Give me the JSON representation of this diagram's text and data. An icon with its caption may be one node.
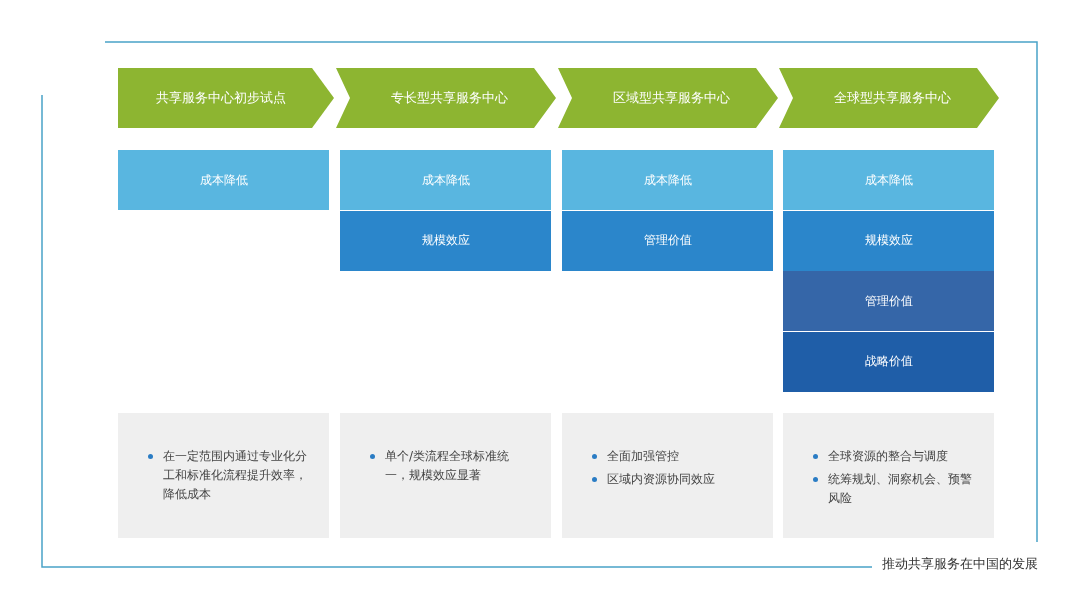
{
  "diagram": {
    "caption": "推动共享服务在中国的发展",
    "nodes": [
      {
        "text": [
          "共享服务中心初步试点"
        ]
      },
      {
        "text": [
          "专长型共享服务中心"
        ]
      },
      {
        "text": [
          "区域型共享服务中心"
        ]
      },
      {
        "text": [
          "全球型共享服务中心"
        ]
      },
      {
        "text": [
          "成本降低"
        ]
      },
      {
        "text": [
          "成本降低"
        ]
      },
      {
        "text": [
          "规模效应"
        ]
      },
      {
        "text": [
          "成本降低"
        ]
      },
      {
        "text": [
          "管理价值"
        ]
      },
      {
        "text": [
          "成本降低"
        ]
      },
      {
        "text": [
          "规模效应"
        ]
      },
      {
        "text": [
          "管理价值"
        ]
      },
      {
        "text": [
          "战略价值"
        ]
      },
      {
        "text": [
          "在一定范围内通过专业化分工和标准化流程提升效率，降低成本"
        ]
      },
      {
        "text": [
          "单个/类流程全球标准统一，规模效应显著"
        ]
      },
      {
        "text": [
          "全面加强管控",
          "区域内资源协同效应"
        ]
      },
      {
        "text": [
          "全球资源的整合与调度",
          "统筹规划、洞察机会、预警风险"
        ]
      }
    ]
  }
}
